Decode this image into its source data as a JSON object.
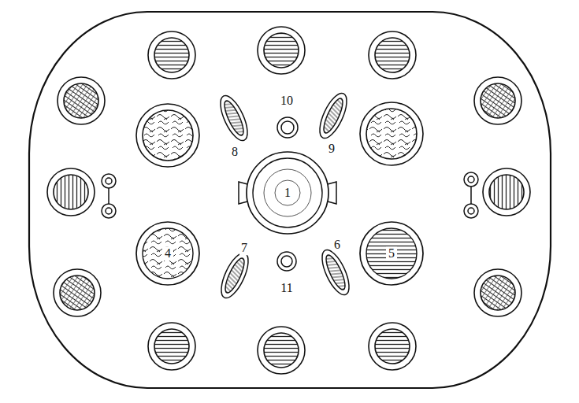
{
  "diagram": {
    "nodes": [
      {
        "text": [
          "1"
        ]
      },
      {
        "text": [
          "4"
        ]
      },
      {
        "text": [
          "5"
        ]
      }
    ],
    "labels": [
      "10",
      "8",
      "9",
      "7",
      "6",
      "11"
    ]
  }
}
